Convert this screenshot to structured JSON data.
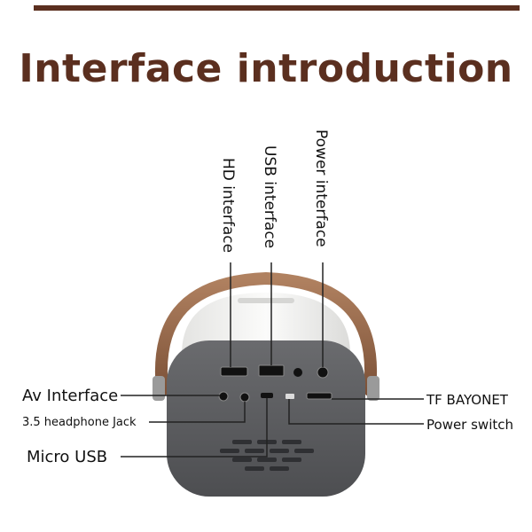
{
  "title": "Interface introduction",
  "colors": {
    "accent": "#5b2f1f",
    "handle": "#9a6a4a",
    "body_dark": "#5e5f62",
    "body_light": "#f4f4f2",
    "line": "#222222"
  },
  "labels": {
    "hd_interface": "HD interface",
    "usb_interface": "USB interface",
    "power_interface": "Power interface",
    "av_interface": "Av Interface",
    "headphone_jack": "3.5 headphone Jack",
    "micro_usb": "Micro USB",
    "tf_bayonet": "TF BAYONET",
    "power_switch": "Power switch"
  },
  "icons": [
    "projector-illustration",
    "handle",
    "hdmi-port-icon",
    "usb-port-icon",
    "power-port-icon",
    "av-port-icon",
    "headphone-port-icon",
    "micro-usb-port-icon",
    "tf-slot-icon",
    "power-switch-icon",
    "speaker-grille"
  ]
}
